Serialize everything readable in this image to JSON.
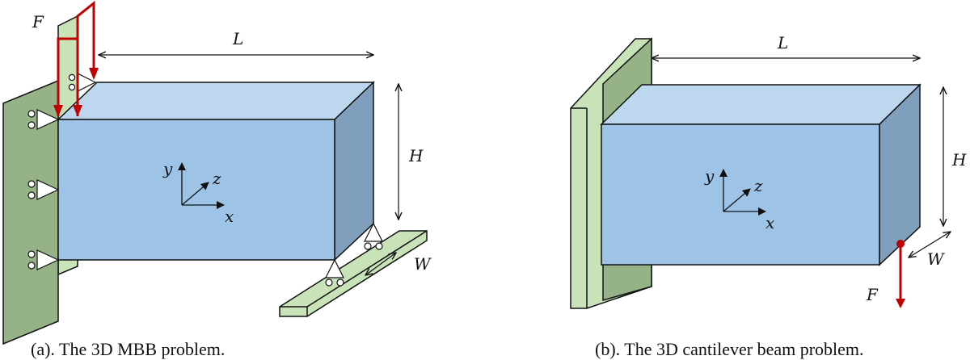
{
  "colors": {
    "box_front": "#9dc3e6",
    "box_top": "#bdd7ee",
    "box_side": "#7f9fbd",
    "support_plate": "#c9e3b8",
    "wall_dark": "#96b387",
    "outline": "#111111",
    "force": "#c00000"
  },
  "panel_a": {
    "caption": "(a). The 3D MBB problem.",
    "force_label": "F",
    "length_label": "L",
    "height_label": "H",
    "width_label": "W",
    "axis_y": "y",
    "axis_z": "z",
    "axis_x": "x"
  },
  "panel_b": {
    "caption": "(b). The 3D cantilever beam problem.",
    "force_label": "F",
    "length_label": "L",
    "height_label": "H",
    "width_label": "W",
    "axis_y": "y",
    "axis_z": "z",
    "axis_x": "x"
  }
}
